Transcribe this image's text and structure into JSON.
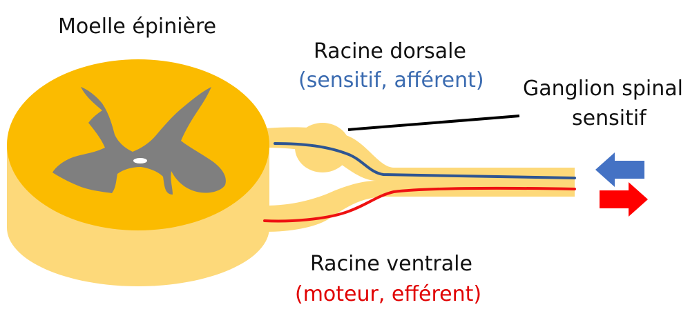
{
  "labels": {
    "spinal_cord": "Moelle épinière",
    "dorsal_root": "Racine dorsale",
    "dorsal_root_sub": "(sensitif, afférent)",
    "ganglion_line1": "Ganglion spinal",
    "ganglion_line2": "sensitif",
    "ventral_root": "Racine ventrale",
    "ventral_root_sub": "(moteur, efférent)"
  },
  "colors": {
    "cord_body": "#fdd97a",
    "cord_top": "#fbbb00",
    "gray_matter": "#7f7f7f",
    "central_canal": "#ffffff",
    "sensory_fiber": "#2e5592",
    "motor_fiber": "#ee1111",
    "afferent_arrow": "#4472c4",
    "efferent_arrow": "#ff0000",
    "pointer_line": "#000000"
  },
  "arrows": {
    "afferent_direction": "left",
    "efferent_direction": "right"
  }
}
